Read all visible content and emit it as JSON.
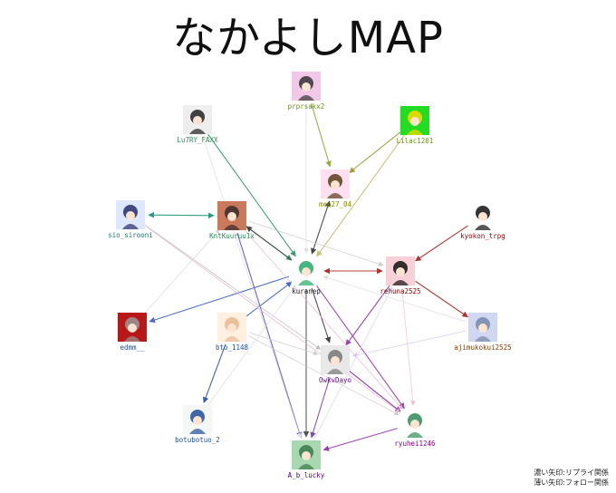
{
  "title": "なかよしMAP",
  "legend": {
    "dark": "濃い矢印:リプライ関係",
    "light": "薄い矢印:フォロー関係"
  },
  "nodes": [
    {
      "id": "prprsakx2",
      "label": "prprsakx2",
      "color": "#6b8e23",
      "avatar": "#f2c8e8",
      "accent": "#333333",
      "icon": "chibi-girl-avatar"
    },
    {
      "id": "Lu7RY_FAXX",
      "label": "Lu7RY_FAXX",
      "color": "#2e8b57",
      "avatar": "#eeeeee",
      "accent": "#222222",
      "icon": "sketch-avatar"
    },
    {
      "id": "Lilac1201",
      "label": "Lilac1201",
      "color": "#6b8e23",
      "avatar": "#22dd22",
      "accent": "#ffd700",
      "icon": "yellow-mascot-avatar"
    },
    {
      "id": "mep27_04",
      "label": "mep27_04",
      "color": "#8b8b00",
      "avatar": "#ffe0f0",
      "accent": "#5a3a1a",
      "icon": "brown-hair-avatar"
    },
    {
      "id": "sio_sirooni",
      "label": "sio_sirooni",
      "color": "#1e7b6b",
      "avatar": "#dde8ff",
      "accent": "#2a2a6a",
      "icon": "anime-girl-avatar"
    },
    {
      "id": "KntKuuruu1x",
      "label": "KntKuuruu1x",
      "color": "#2e8b57",
      "avatar": "#c87a5a",
      "accent": "#3a2a2a",
      "icon": "photo-avatar"
    },
    {
      "id": "kyokon_trpg",
      "label": "kyokon_trpg",
      "color": "#8b0000",
      "avatar": "#ffffff",
      "accent": "#111111",
      "icon": "black-hair-avatar"
    },
    {
      "id": "kuranep",
      "label": "kuranep",
      "color": "#222222",
      "avatar": "#ffffff",
      "accent": "#22aa66",
      "icon": "green-hair-avatar"
    },
    {
      "id": "rehuna2525",
      "label": "rehuna2525",
      "color": "#8b0000",
      "avatar": "#f8d0d8",
      "accent": "#111111",
      "icon": "dark-hair-girl-avatar"
    },
    {
      "id": "edmm__",
      "label": "edmm__",
      "color": "#1f4e9a",
      "avatar": "#b81818",
      "accent": "#999999",
      "icon": "car-avatar"
    },
    {
      "id": "bto_1148",
      "label": "bto_1148",
      "color": "#1f4e9a",
      "avatar": "#fff0e0",
      "accent": "#e8b890",
      "icon": "sketch-girl-avatar"
    },
    {
      "id": "ajimukokui2525",
      "label": "ajimukokui2525",
      "color": "#8b3a00",
      "avatar": "#cfd8f0",
      "accent": "#7788aa",
      "icon": "machine-avatar"
    },
    {
      "id": "OwkvDayo",
      "label": "OwkvDayo",
      "color": "#6a0f8a",
      "avatar": "#e8e8e8",
      "accent": "#777777",
      "icon": "tools-avatar"
    },
    {
      "id": "botubotuo_2",
      "label": "botubotuo_2",
      "color": "#1f4e9a",
      "avatar": "#f4f8f4",
      "accent": "#1f4e9a",
      "icon": "letter-b-avatar"
    },
    {
      "id": "ryuhei1246",
      "label": "ryuhei1246",
      "color": "#8b008b",
      "avatar": "#ffffff",
      "accent": "#2e8b57",
      "icon": "wing-avatar"
    },
    {
      "id": "A_b_lucky",
      "label": "A_b_lucky",
      "color": "#4b0082",
      "avatar": "#a8d8b0",
      "accent": "#3a7a4a",
      "icon": "green-figure-avatar"
    }
  ]
}
